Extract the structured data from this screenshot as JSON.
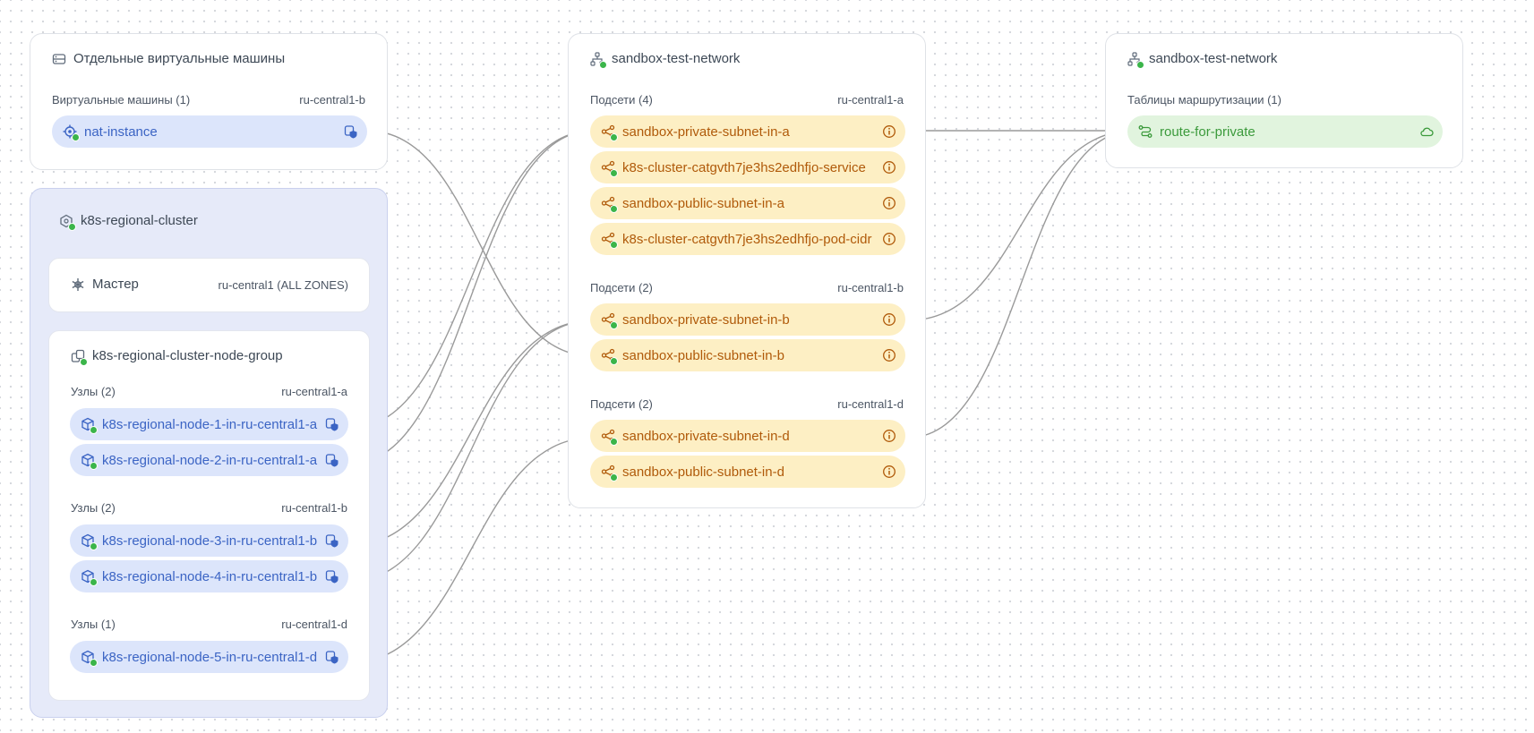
{
  "vm_panel": {
    "title": "Отдельные виртуальные машины",
    "section": {
      "label": "Виртуальные машины (1)",
      "zone": "ru-central1-b"
    },
    "items": [
      {
        "name": "nat-instance",
        "icon": "vm-gear-icon"
      }
    ]
  },
  "k8s_panel": {
    "title": "k8s-regional-cluster",
    "master": {
      "label": "Мастер",
      "zone": "ru-central1 (ALL ZONES)"
    },
    "node_group": {
      "title": "k8s-regional-cluster-node-group",
      "sections": [
        {
          "label": "Узлы (2)",
          "zone": "ru-central1-a",
          "items": [
            "k8s-regional-node-1-in-ru-central1-a",
            "k8s-regional-node-2-in-ru-central1-a"
          ]
        },
        {
          "label": "Узлы (2)",
          "zone": "ru-central1-b",
          "items": [
            "k8s-regional-node-3-in-ru-central1-b",
            "k8s-regional-node-4-in-ru-central1-b"
          ]
        },
        {
          "label": "Узлы (1)",
          "zone": "ru-central1-d",
          "items": [
            "k8s-regional-node-5-in-ru-central1-d"
          ]
        }
      ]
    }
  },
  "network_panel": {
    "title": "sandbox-test-network",
    "sections": [
      {
        "label": "Подсети (4)",
        "zone": "ru-central1-a",
        "items": [
          "sandbox-private-subnet-in-a",
          "k8s-cluster-catgvth7je3hs2edhfjo-service",
          "sandbox-public-subnet-in-a",
          "k8s-cluster-catgvth7je3hs2edhfjo-pod-cidr"
        ]
      },
      {
        "label": "Подсети (2)",
        "zone": "ru-central1-b",
        "items": [
          "sandbox-private-subnet-in-b",
          "sandbox-public-subnet-in-b"
        ]
      },
      {
        "label": "Подсети (2)",
        "zone": "ru-central1-d",
        "items": [
          "sandbox-private-subnet-in-d",
          "sandbox-public-subnet-in-d"
        ]
      }
    ]
  },
  "route_panel": {
    "title": "sandbox-test-network",
    "section": {
      "label": "Таблицы маршрутизации (1)"
    },
    "items": [
      {
        "name": "route-for-private",
        "icon": "cloud-icon"
      }
    ]
  },
  "colors": {
    "vm": "#3b64c4",
    "subnet": "#b05a0a",
    "route": "#3b9a3b",
    "status_ok": "#3bb54a",
    "wire": "#9a9a9a"
  }
}
